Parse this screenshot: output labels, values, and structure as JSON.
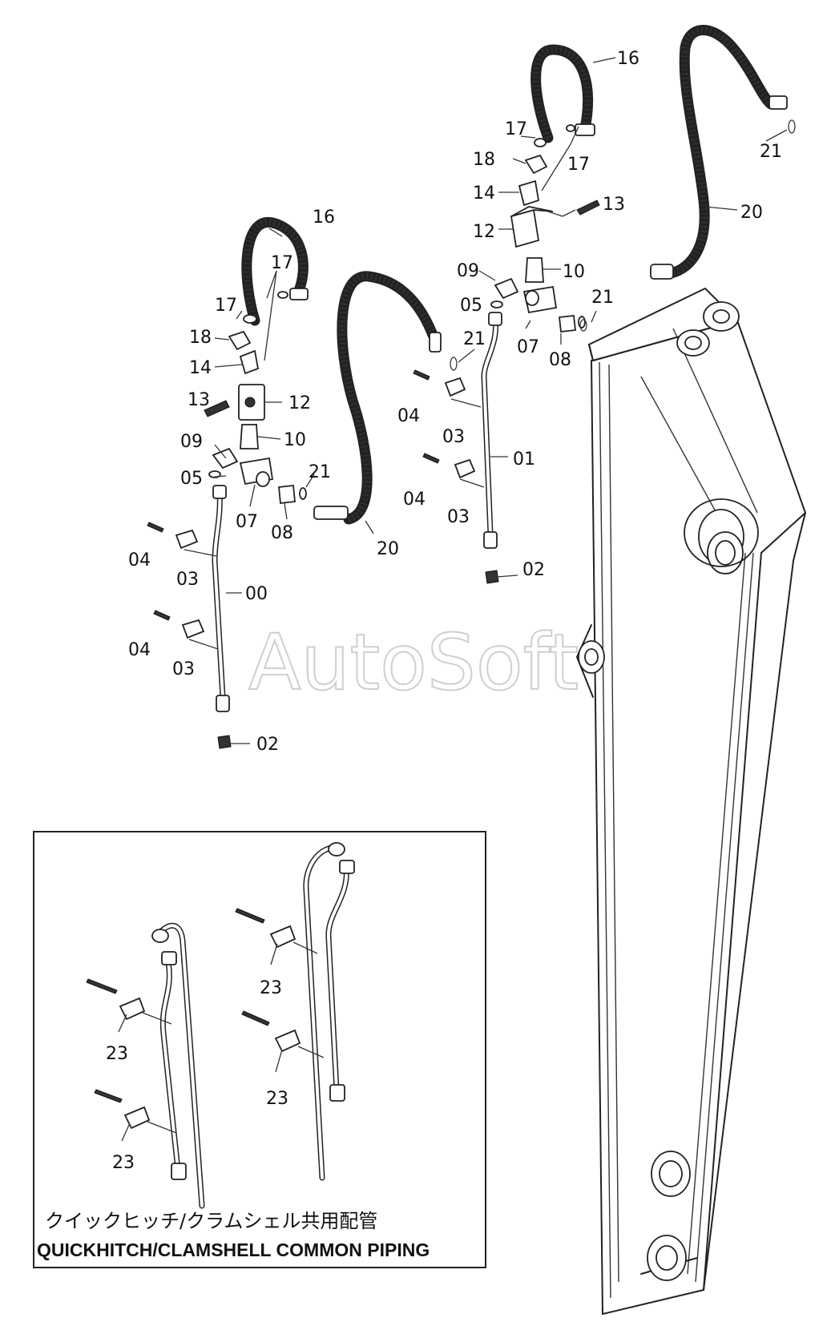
{
  "watermark": "AutoSoft",
  "inset": {
    "caption_jp": "クイックヒッチ/クラムシェル共用配管",
    "caption_en": "QUICKHITCH/CLAMSHELL COMMON PIPING"
  },
  "callouts": {
    "c16a": "16",
    "c17a1": "17",
    "c17a2": "17",
    "c18a": "18",
    "c14a": "14",
    "c13a": "13",
    "c12a": "12",
    "c09a": "09",
    "c10a": "10",
    "c05a": "05",
    "c07a": "07",
    "c08a": "08",
    "c21a": "21",
    "c20a": "20",
    "c04a1": "04",
    "c03a1": "03",
    "c00": "00",
    "c04a2": "04",
    "c03a2": "03",
    "c02a": "02",
    "c16b": "16",
    "c17b1": "17",
    "c17b2": "17",
    "c18b": "18",
    "c14b": "14",
    "c13b": "13",
    "c12b": "12",
    "c09b": "09",
    "c10b": "10",
    "c05b": "05",
    "c07b": "07",
    "c08b": "08",
    "c21b": "21",
    "c21c": "21",
    "c21d": "21",
    "c20b": "20",
    "c04b1": "04",
    "c03b1": "03",
    "c01": "01",
    "c04b2": "04",
    "c03b2": "03",
    "c02b": "02",
    "c23a": "23",
    "c23b": "23",
    "c23c": "23",
    "c23d": "23"
  }
}
